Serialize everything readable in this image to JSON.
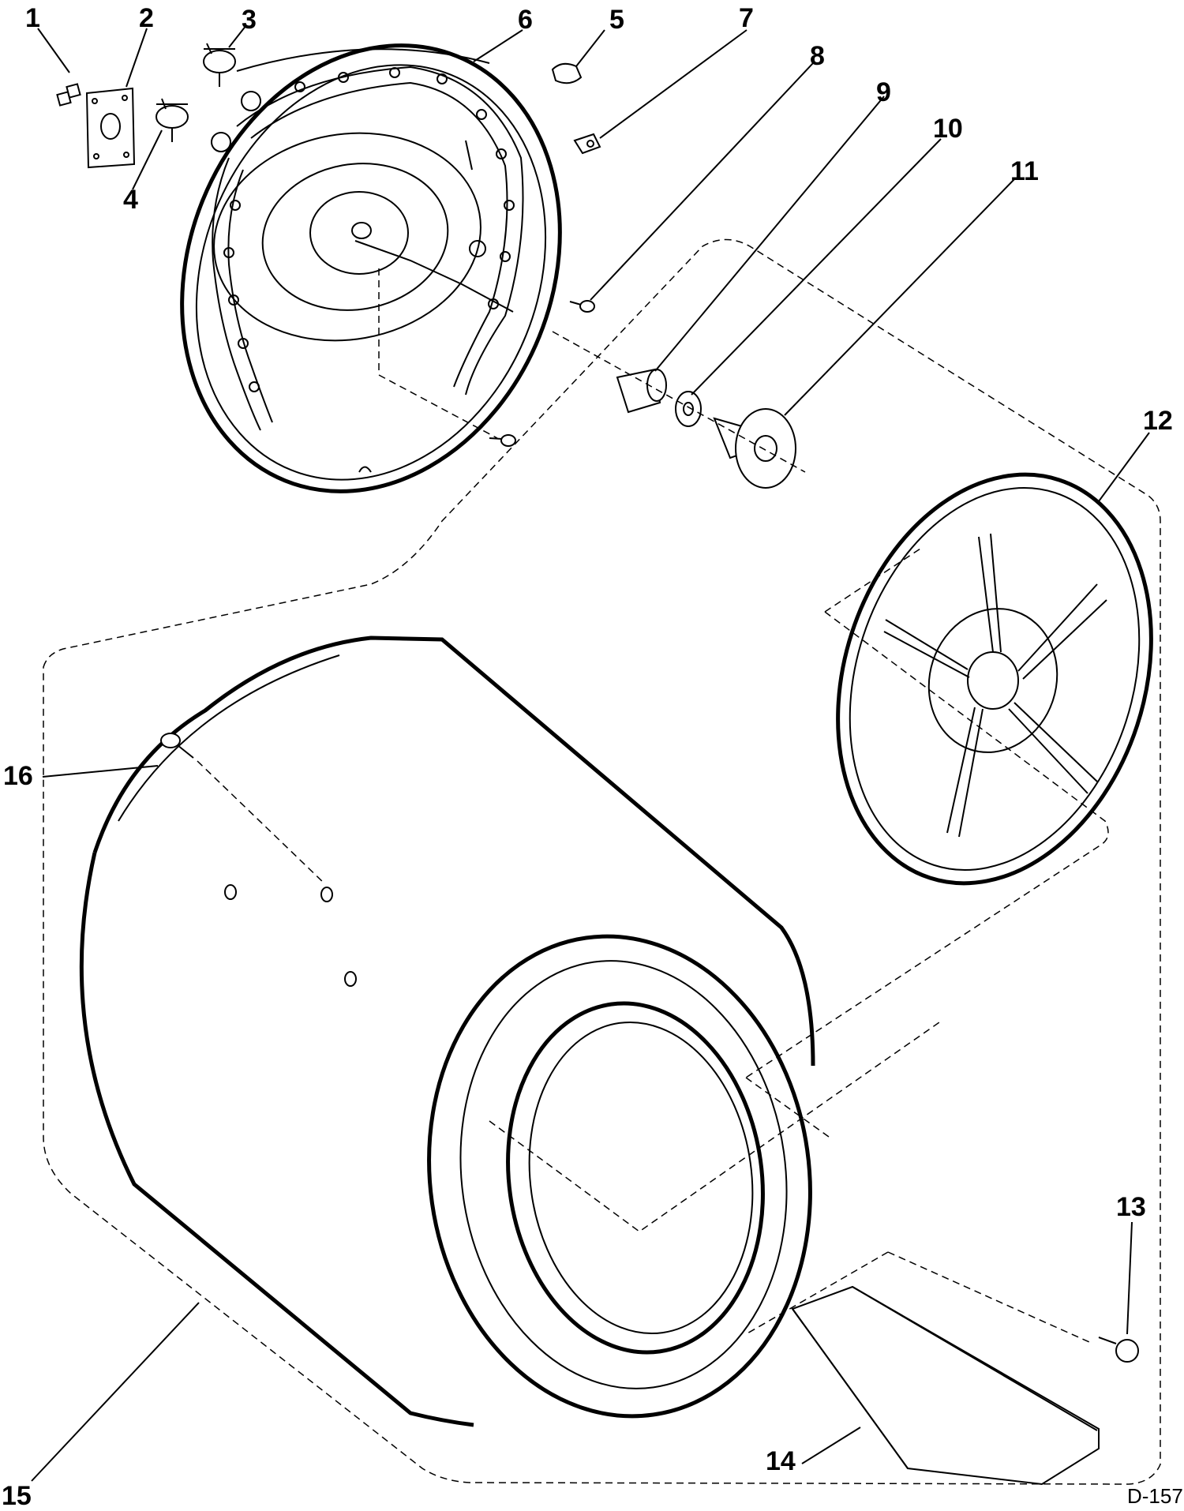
{
  "diagram": {
    "callouts": [
      {
        "id": "1",
        "text": "1"
      },
      {
        "id": "2",
        "text": "2"
      },
      {
        "id": "3",
        "text": "3"
      },
      {
        "id": "4",
        "text": "4"
      },
      {
        "id": "5",
        "text": "5"
      },
      {
        "id": "6",
        "text": "6"
      },
      {
        "id": "7",
        "text": "7"
      },
      {
        "id": "8",
        "text": "8"
      },
      {
        "id": "9",
        "text": "9"
      },
      {
        "id": "10",
        "text": "10"
      },
      {
        "id": "11",
        "text": "11"
      },
      {
        "id": "12",
        "text": "12"
      },
      {
        "id": "13",
        "text": "13"
      },
      {
        "id": "14",
        "text": "14"
      },
      {
        "id": "15",
        "text": "15"
      },
      {
        "id": "16",
        "text": "16"
      }
    ],
    "drawing_code": "D-157"
  }
}
